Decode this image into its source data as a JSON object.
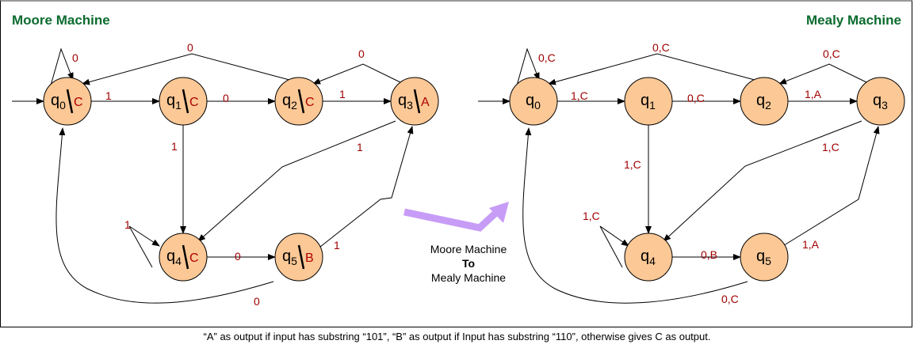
{
  "moore": {
    "title": "Moore Machine",
    "states": [
      {
        "id": "q0",
        "name": "q",
        "sub": "0",
        "output": "C"
      },
      {
        "id": "q1",
        "name": "q",
        "sub": "1",
        "output": "C"
      },
      {
        "id": "q2",
        "name": "q",
        "sub": "2",
        "output": "C"
      },
      {
        "id": "q3",
        "name": "q",
        "sub": "3",
        "output": "A"
      },
      {
        "id": "q4",
        "name": "q",
        "sub": "4",
        "output": "C"
      },
      {
        "id": "q5",
        "name": "q",
        "sub": "5",
        "output": "B"
      }
    ],
    "transitions": [
      {
        "from": "q0",
        "to": "q0",
        "label": "0"
      },
      {
        "from": "q0",
        "to": "q1",
        "label": "1"
      },
      {
        "from": "q1",
        "to": "q2",
        "label": "0"
      },
      {
        "from": "q1",
        "to": "q4",
        "label": "1"
      },
      {
        "from": "q2",
        "to": "q0",
        "label": "0"
      },
      {
        "from": "q2",
        "to": "q3",
        "label": "1"
      },
      {
        "from": "q3",
        "to": "q2",
        "label": "0"
      },
      {
        "from": "q3",
        "to": "q4",
        "label": "1"
      },
      {
        "from": "q4",
        "to": "q4",
        "label": "1"
      },
      {
        "from": "q4",
        "to": "q5",
        "label": "0"
      },
      {
        "from": "q5",
        "to": "q3",
        "label": "1"
      },
      {
        "from": "q5",
        "to": "q0",
        "label": "0"
      }
    ]
  },
  "mealy": {
    "title": "Mealy Machine",
    "states": [
      {
        "id": "q0",
        "name": "q",
        "sub": "0"
      },
      {
        "id": "q1",
        "name": "q",
        "sub": "1"
      },
      {
        "id": "q2",
        "name": "q",
        "sub": "2"
      },
      {
        "id": "q3",
        "name": "q",
        "sub": "3"
      },
      {
        "id": "q4",
        "name": "q",
        "sub": "4"
      },
      {
        "id": "q5",
        "name": "q",
        "sub": "5"
      }
    ],
    "transitions": [
      {
        "from": "q0",
        "to": "q0",
        "label": "0,C"
      },
      {
        "from": "q0",
        "to": "q1",
        "label": "1,C"
      },
      {
        "from": "q1",
        "to": "q2",
        "label": "0,C"
      },
      {
        "from": "q1",
        "to": "q4",
        "label": "1,C"
      },
      {
        "from": "q2",
        "to": "q0",
        "label": "0,C"
      },
      {
        "from": "q2",
        "to": "q3",
        "label": "1,A"
      },
      {
        "from": "q3",
        "to": "q2",
        "label": "0,C"
      },
      {
        "from": "q3",
        "to": "q4",
        "label": "1,C"
      },
      {
        "from": "q4",
        "to": "q4",
        "label": "1,C"
      },
      {
        "from": "q4",
        "to": "q5",
        "label": "0,B"
      },
      {
        "from": "q5",
        "to": "q3",
        "label": "1,A"
      },
      {
        "from": "q5",
        "to": "q0",
        "label": "0,C"
      }
    ]
  },
  "conversion": {
    "line1": "Moore  Machine",
    "line2": "To",
    "line3": "Mealy Machine"
  },
  "caption": "“A” as output if input has substring “101”,    “B” as output if Input has substring “110”,    otherwise gives C as output.",
  "colors": {
    "state_fill": "#fbc896",
    "label": "#a00000",
    "title": "#0b6b2e",
    "arrow": "#c79cf7"
  }
}
